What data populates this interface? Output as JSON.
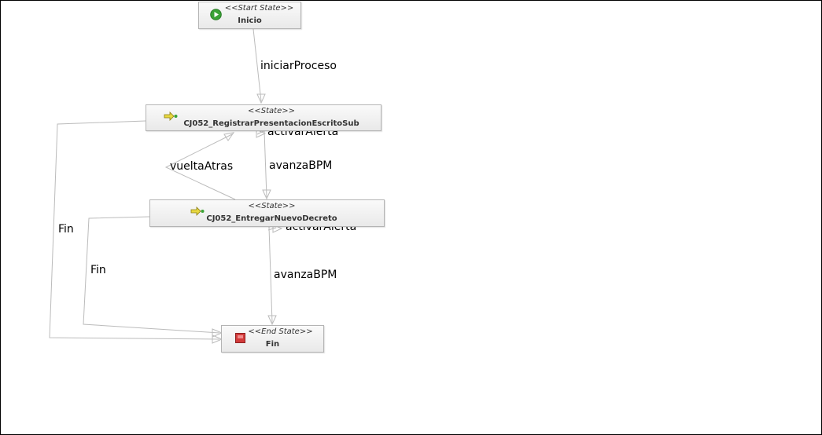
{
  "nodes": {
    "start": {
      "stereotype": "<<Start State>>",
      "name": "Inicio",
      "icon": "play-icon",
      "color": "#3aa336"
    },
    "registrar": {
      "stereotype": "<<State>>",
      "name": "CJ052_RegistrarPresentacionEscritoSub",
      "icon": "state-arrow-icon",
      "color": "#e2d23a"
    },
    "entregar": {
      "stereotype": "<<State>>",
      "name": "CJ052_EntregarNuevoDecreto",
      "icon": "state-arrow-icon",
      "color": "#e2d23a"
    },
    "end": {
      "stereotype": "<<End State>>",
      "name": "Fin",
      "icon": "stop-icon",
      "color": "#d23a3a"
    }
  },
  "transitions": {
    "iniciar_proceso": "iniciarProceso",
    "activar_alerta_1": "activarAlerta",
    "avanza_bpm_1": "avanzaBPM",
    "vuelta_atras": "vueltaAtras",
    "fin_1": "Fin",
    "activar_alerta_2": "activarAlerta",
    "avanza_bpm_2": "avanzaBPM",
    "fin_2": "Fin"
  }
}
